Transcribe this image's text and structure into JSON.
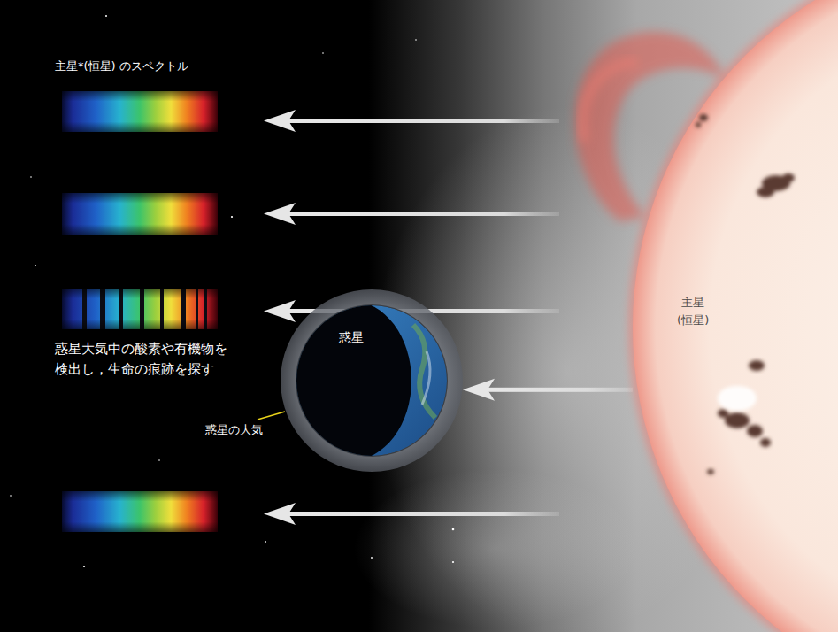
{
  "diagram": {
    "nodes": [
      {
        "text": [
          "惑星"
        ]
      },
      {
        "text": [
          "主星 (恒星)"
        ]
      }
    ],
    "edges": [
      {
        "from": 1,
        "to": 0,
        "arrow": "to"
      }
    ],
    "labels": [
      "主星*(恒星) のスペクトル",
      "惑星大気中の酸素や有機物を 検出し，生命の痕跡を探す",
      "惑星の大気"
    ]
  }
}
